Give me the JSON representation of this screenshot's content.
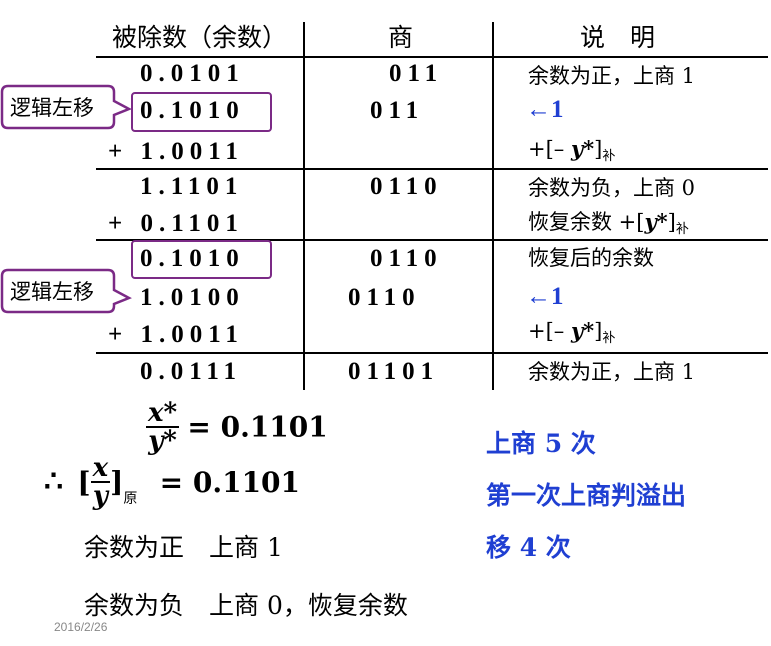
{
  "headers": {
    "dividend": "被除数（余数）",
    "quotient": "商",
    "explain": "说　明"
  },
  "rows": [
    {
      "dividend": "0.0101",
      "quotient": "011",
      "explain": "余数为正，上商 1"
    },
    {
      "dividend": "0.1010",
      "quotient": "011",
      "arrow": "←",
      "shift": "1"
    },
    {
      "dividend": "+ 1.0011",
      "explain_pre": "+[– ",
      "explain_var": "y*",
      "explain_post": "]",
      "explain_sub": "补"
    },
    {
      "dividend": "1.1101",
      "quotient": "0110",
      "explain": "余数为负，上商 0"
    },
    {
      "dividend": "+ 0.1101",
      "explain_pre": "恢复余数 +[",
      "explain_var": "y*",
      "explain_post": "]",
      "explain_sub": "补"
    },
    {
      "dividend": "0.1010",
      "quotient": "0110",
      "explain": "恢复后的余数"
    },
    {
      "dividend": "1.0100",
      "quotient": "0110",
      "arrow": "←",
      "shift": "1"
    },
    {
      "dividend": "+ 1.0011",
      "explain_pre": "+[– ",
      "explain_var": "y*",
      "explain_post": "]",
      "explain_sub": "补"
    },
    {
      "dividend": "0.0111",
      "quotient": "01101",
      "explain": "余数为正，上商 1"
    }
  ],
  "callouts": [
    "逻辑左移",
    "逻辑左移"
  ],
  "result": {
    "frac1_num": "x*",
    "frac1_den": "y*",
    "eq1": "= 0.1101",
    "therefore": "∴",
    "frac2_num": "x",
    "frac2_den": "y",
    "bracket_open": "[",
    "bracket_close": "]",
    "sub": "原",
    "eq2": "= 0.1101"
  },
  "notes_right": [
    "上商 5 次",
    "第一次上商判溢出",
    "移 4 次"
  ],
  "notes_bottom": [
    "余数为正　上商 1",
    "余数为负　上商 0，恢复余数"
  ],
  "footer_date": "2016/2/26",
  "colors": {
    "blue": "#1f3fd2",
    "purple": "#7b2a86"
  }
}
